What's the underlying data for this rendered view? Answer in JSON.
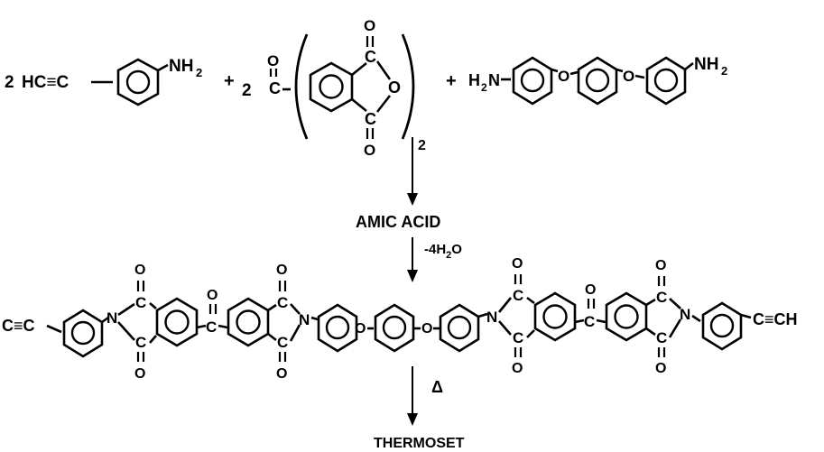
{
  "reactants": {
    "coef_1": "2",
    "ethynyl_group": "HC≡C",
    "amine_1": "NH",
    "amine_1_sub": "2",
    "plus_1": "+",
    "coef_2": "2",
    "anhydride_carbonyl_c": "C",
    "anhydride_carbonyl_o": "O",
    "anhydride_c_top": "C",
    "anhydride_c_bottom": "C",
    "anhydride_o_top": "O",
    "anhydride_o_bottom": "O",
    "anhydride_o_ring": "O",
    "paren_subscript": "2",
    "plus_2": "+",
    "diamine_h2n": "H",
    "diamine_h2n_sub": "2",
    "diamine_h2n_n": "N",
    "ether_o_1": "O",
    "ether_o_2": "O",
    "amine_2": "NH",
    "amine_2_sub": "2"
  },
  "steps": {
    "intermediate": "AMIC ACID",
    "condition_minus": "-4H",
    "condition_sub": "2",
    "condition_o": "O",
    "heat": "Δ",
    "product": "THERMOSET"
  },
  "polymer": {
    "end_left": "C≡C",
    "end_right": "C≡CH",
    "imide_n": "N",
    "imide_c": "C",
    "imide_o": "O",
    "bridge_c": "C",
    "bridge_o": "O",
    "ether_o": "O"
  }
}
